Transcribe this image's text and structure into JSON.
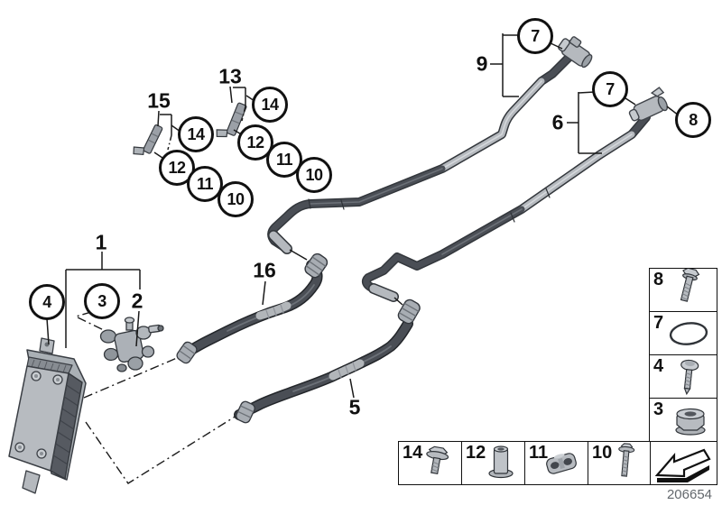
{
  "diagram": {
    "drawing_number": "206654",
    "callouts": [
      {
        "label": "9",
        "style": "plain"
      },
      {
        "label": "7",
        "style": "circled"
      },
      {
        "label": "6",
        "style": "plain"
      },
      {
        "label": "7",
        "style": "circled"
      },
      {
        "label": "8",
        "style": "circled"
      },
      {
        "label": "15",
        "style": "plain"
      },
      {
        "label": "14",
        "style": "circled"
      },
      {
        "label": "12",
        "style": "circled"
      },
      {
        "label": "11",
        "style": "circled"
      },
      {
        "label": "10",
        "style": "circled"
      },
      {
        "label": "13",
        "style": "plain"
      },
      {
        "label": "14",
        "style": "circled"
      },
      {
        "label": "12",
        "style": "circled"
      },
      {
        "label": "11",
        "style": "circled"
      },
      {
        "label": "10",
        "style": "circled"
      },
      {
        "label": "1",
        "style": "plain"
      },
      {
        "label": "4",
        "style": "circled"
      },
      {
        "label": "3",
        "style": "circled"
      },
      {
        "label": "2",
        "style": "plain"
      },
      {
        "label": "16",
        "style": "plain"
      },
      {
        "label": "5",
        "style": "plain"
      }
    ],
    "legend": {
      "side_column": [
        {
          "number": "8",
          "icon": "hex-bolt"
        },
        {
          "number": "7",
          "icon": "o-ring"
        },
        {
          "number": "4",
          "icon": "pan-head-screw"
        },
        {
          "number": "3",
          "icon": "flange-nut"
        }
      ],
      "bottom_row": [
        {
          "number": "14",
          "icon": "flange-bolt"
        },
        {
          "number": "12",
          "icon": "spacer-sleeve"
        },
        {
          "number": "11",
          "icon": "pipe-clamp"
        },
        {
          "number": "10",
          "icon": "collar-screw"
        }
      ],
      "direction_cell_icon": "direction-arrow"
    },
    "colors": {
      "background": "#ffffff",
      "line": "#1a1a1a",
      "metal_light": "#b5b9be",
      "metal_dark": "#4a4e55"
    }
  }
}
